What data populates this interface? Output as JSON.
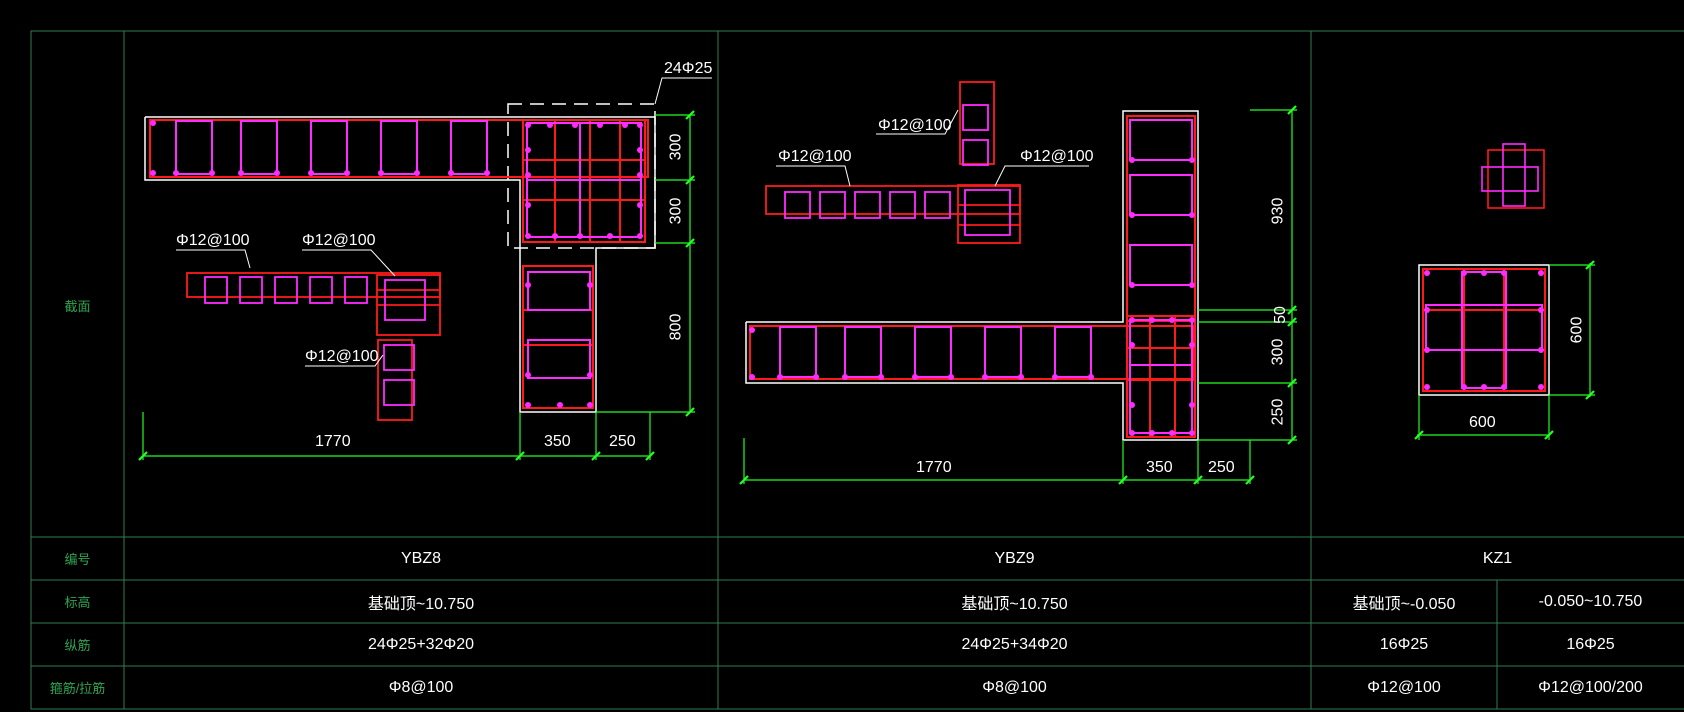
{
  "table": {
    "row_labels": {
      "section": "截面",
      "id": "编号",
      "elevation": "标高",
      "longitudinal": "纵筋",
      "stirrup": "箍筋/拉筋"
    },
    "columns": [
      {
        "id": "YBZ8",
        "elevation": "基础顶~10.750",
        "longitudinal": "24Φ25+32Φ20",
        "stirrup": "Φ8@100"
      },
      {
        "id": "YBZ9",
        "elevation": "基础顶~10.750",
        "longitudinal": "24Φ25+34Φ20",
        "stirrup": "Φ8@100"
      },
      {
        "id": "KZ1",
        "elevation_a": "基础顶~-0.050",
        "elevation_b": "-0.050~10.750",
        "longitudinal_a": "16Φ25",
        "longitudinal_b": "16Φ25",
        "stirrup_a": "Φ12@100",
        "stirrup_b": "Φ12@100/200"
      }
    ]
  },
  "ybz8": {
    "callout_top": "24Φ25",
    "detail_label_1": "Φ12@100",
    "detail_label_2": "Φ12@100",
    "detail_label_3": "Φ12@100",
    "dim_total": "1770",
    "dim_a": "350",
    "dim_b": "250",
    "dim_v1": "300",
    "dim_v2": "300",
    "dim_v3": "800"
  },
  "ybz9": {
    "detail_label_1": "Φ12@100",
    "detail_label_2": "Φ12@100",
    "detail_label_3": "Φ12@100",
    "dim_total": "1770",
    "dim_a": "350",
    "dim_b": "250",
    "dim_v1": "930",
    "dim_v2": "50",
    "dim_v3": "300",
    "dim_v4": "250"
  },
  "kz1": {
    "dim_w": "600",
    "dim_h": "600"
  },
  "colors": {
    "background": "#000000",
    "grid": "#2e7d4f",
    "outline": "#ffffff",
    "rebar_red": "#ff1a1a",
    "stirrup_magenta": "#ff2bff",
    "dimension_green": "#22ff22"
  }
}
